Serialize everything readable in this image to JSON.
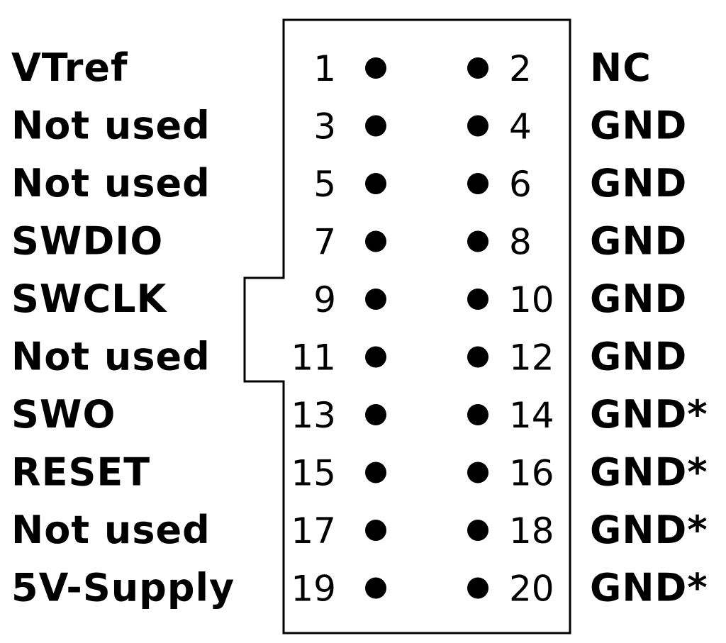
{
  "pins": [
    {
      "left_label": "VTref",
      "left_num": "1",
      "right_num": "2",
      "right_label": "NC"
    },
    {
      "left_label": "Not used",
      "left_num": "3",
      "right_num": "4",
      "right_label": "GND"
    },
    {
      "left_label": "Not used",
      "left_num": "5",
      "right_num": "6",
      "right_label": "GND"
    },
    {
      "left_label": "SWDIO",
      "left_num": "7",
      "right_num": "8",
      "right_label": "GND"
    },
    {
      "left_label": "SWCLK",
      "left_num": "9",
      "right_num": "10",
      "right_label": "GND"
    },
    {
      "left_label": "Not used",
      "left_num": "11",
      "right_num": "12",
      "right_label": "GND"
    },
    {
      "left_label": "SWO",
      "left_num": "13",
      "right_num": "14",
      "right_label": "GND*"
    },
    {
      "left_label": "RESET",
      "left_num": "15",
      "right_num": "16",
      "right_label": "GND*"
    },
    {
      "left_label": "Not used",
      "left_num": "17",
      "right_num": "18",
      "right_label": "GND*"
    },
    {
      "left_label": "5V-Supply",
      "left_num": "19",
      "right_num": "20",
      "right_label": "GND*"
    }
  ]
}
